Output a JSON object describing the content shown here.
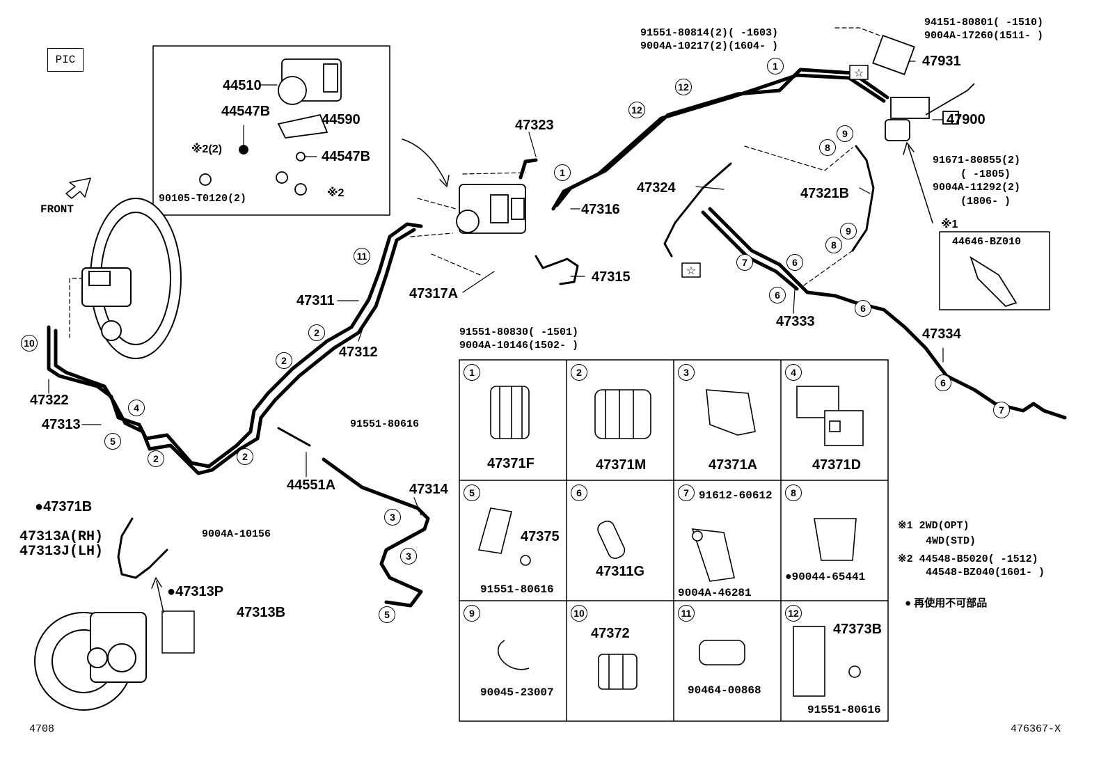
{
  "header": {
    "pic_label": "PIC",
    "front_label": "FRONT"
  },
  "footer": {
    "left_code": "4708",
    "right_code": "476367-X"
  },
  "inset_top": {
    "labels": [
      "44510",
      "44547B",
      "44590",
      "44547B",
      "※2(2)",
      "※2",
      "90105-T0120(2)"
    ]
  },
  "main_labels": {
    "p47323": "47323",
    "p47316": "47316",
    "p47315": "47315",
    "p47317A": "47317A",
    "p47311": "47311",
    "p47312": "47312",
    "p47322": "47322",
    "p47313": "47313",
    "p44551A": "44551A",
    "p47314": "47314",
    "p91551_80616": "91551-80616",
    "bolt_a1": "91551-80830(    -1501)",
    "bolt_a2": "9004A-10146(1502-    )",
    "bolt_b1": "91551-80814(2)(    -1603)",
    "bolt_b2": "9004A-10217(2)(1604-    )",
    "p47931": "47931",
    "p47900": "47900",
    "r1": "94151-80801(    -1510)",
    "r2": "9004A-17260(1511-    )",
    "r3": "91671-80855(2)",
    "r4": "(    -1805)",
    "r5": "9004A-11292(2)",
    "r6": "(1806-    )",
    "p47324": "47324",
    "p47321B": "47321B",
    "p47333": "47333",
    "p47334": "47334",
    "star_note": "※1",
    "bracket_part": "44646-BZ010"
  },
  "caliper_labels": {
    "l1": "●47371B",
    "l2": "47313A(RH)",
    "l3": "47313J(LH)",
    "l4": "9004A-10156",
    "l5": "●47313P",
    "l6": "47313B"
  },
  "clip_table": [
    {
      "num": "1",
      "parts": [
        "47371F"
      ]
    },
    {
      "num": "2",
      "parts": [
        "47371M"
      ]
    },
    {
      "num": "3",
      "parts": [
        "47371A"
      ]
    },
    {
      "num": "4",
      "parts": [
        "47371D"
      ]
    },
    {
      "num": "5",
      "parts": [
        "47375",
        "91551-80616"
      ]
    },
    {
      "num": "6",
      "parts": [
        "47311G"
      ]
    },
    {
      "num": "7",
      "parts": [
        "91612-60612",
        "9004A-46281"
      ]
    },
    {
      "num": "8",
      "parts": [
        "●90044-65441"
      ]
    },
    {
      "num": "9",
      "parts": [
        "90045-23007"
      ]
    },
    {
      "num": "10",
      "parts": [
        "47372"
      ]
    },
    {
      "num": "11",
      "parts": [
        "90464-00868"
      ]
    },
    {
      "num": "12",
      "parts": [
        "47373B",
        "91551-80616"
      ]
    }
  ],
  "notes": {
    "n1a": "※1  2WD(OPT)",
    "n1b": "4WD(STD)",
    "n2a": "※2  44548-B5020(    -1512)",
    "n2b": "44548-BZ040(1601-    )",
    "n3": "●  再使用不可部品"
  }
}
